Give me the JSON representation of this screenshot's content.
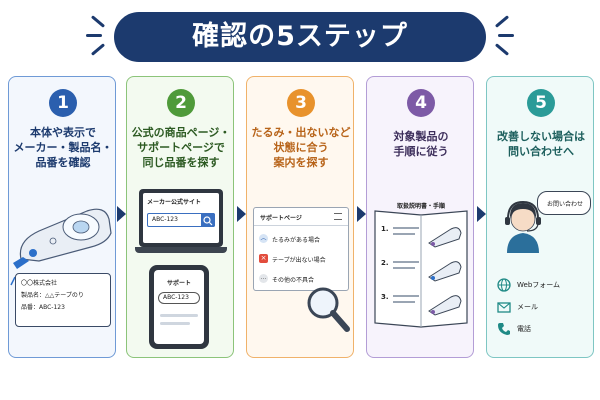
{
  "title": "確認の5ステップ",
  "colors": {
    "navy": "#1c3a6e",
    "step1": "#2b5fae",
    "step2": "#4f9a3a",
    "step3": "#e8922c",
    "step4": "#7d5aa6",
    "step5": "#2b9b98"
  },
  "steps": [
    {
      "number": "1",
      "text": "本体や表示で\nメーカー・製品名・\n品番を確認"
    },
    {
      "number": "2",
      "text": "公式の商品ページ・\nサポートページで\n同じ品番を探す"
    },
    {
      "number": "3",
      "text": "たるみ・出ないなど\n状態に合う\n案内を探す"
    },
    {
      "number": "4",
      "text": "対象製品の\n手順に従う"
    },
    {
      "number": "5",
      "text": "改善しない場合は\n問い合わせへ"
    }
  ],
  "step1_label": {
    "company": "〇〇株式会社",
    "product": "製品名：△△テープのり",
    "code": "品番：ABC-123"
  },
  "step2_visual": {
    "site_title": "メーカー公式サイト",
    "search_value": "ABC-123",
    "phone_title": "サポート",
    "phone_value": "ABC-123"
  },
  "step3_visual": {
    "page_title": "サポートページ",
    "items": [
      "たるみがある場合",
      "テープが出ない場合",
      "その他の不具合"
    ]
  },
  "step4_visual": {
    "manual_title": "取扱説明書・手順",
    "steps": [
      "1.",
      "2.",
      "3."
    ]
  },
  "step5_visual": {
    "bubble": "お問い合わせ",
    "contacts": [
      "Webフォーム",
      "メール",
      "電話"
    ]
  }
}
